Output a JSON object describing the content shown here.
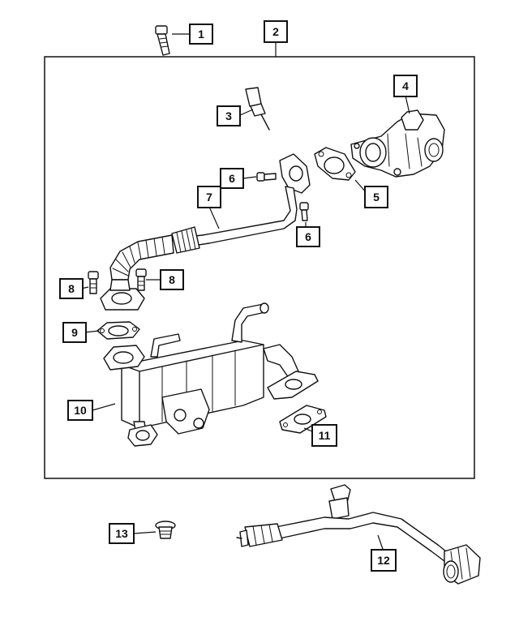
{
  "callouts": [
    {
      "id": "callout-1",
      "label": "1"
    },
    {
      "id": "callout-2",
      "label": "2"
    },
    {
      "id": "callout-3",
      "label": "3"
    },
    {
      "id": "callout-4",
      "label": "4"
    },
    {
      "id": "callout-5",
      "label": "5"
    },
    {
      "id": "callout-6a",
      "label": "6"
    },
    {
      "id": "callout-6b",
      "label": "6"
    },
    {
      "id": "callout-7",
      "label": "7"
    },
    {
      "id": "callout-8a",
      "label": "8"
    },
    {
      "id": "callout-8b",
      "label": "8"
    },
    {
      "id": "callout-9",
      "label": "9"
    },
    {
      "id": "callout-10",
      "label": "10"
    },
    {
      "id": "callout-11",
      "label": "11"
    },
    {
      "id": "callout-12",
      "label": "12"
    },
    {
      "id": "callout-13",
      "label": "13"
    }
  ],
  "colors": {
    "ink": "#111111",
    "paper": "#ffffff",
    "shade": "#d8d8d8"
  }
}
